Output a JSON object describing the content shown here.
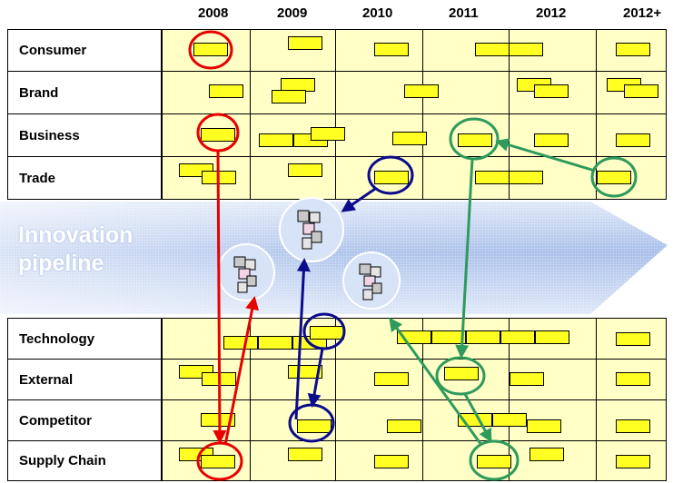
{
  "years": [
    "2008",
    "2009",
    "2010",
    "2011",
    "2012",
    "2012+"
  ],
  "rows_top": [
    "Consumer",
    "Brand",
    "Business",
    "Trade"
  ],
  "rows_bottom": [
    "Technology",
    "External",
    "Competitor",
    "Supply Chain"
  ],
  "pipeline": {
    "label_line1": "Innovation",
    "label_line2": "pipeline"
  },
  "colors": {
    "grid_fill": "#ffffc6",
    "box_fill": "#ffff22",
    "pipeline_arrow": "#b7c9ea",
    "highlight_red": "#e80000",
    "highlight_navy": "#0b0b8c",
    "highlight_green": "#2e9a5c"
  }
}
